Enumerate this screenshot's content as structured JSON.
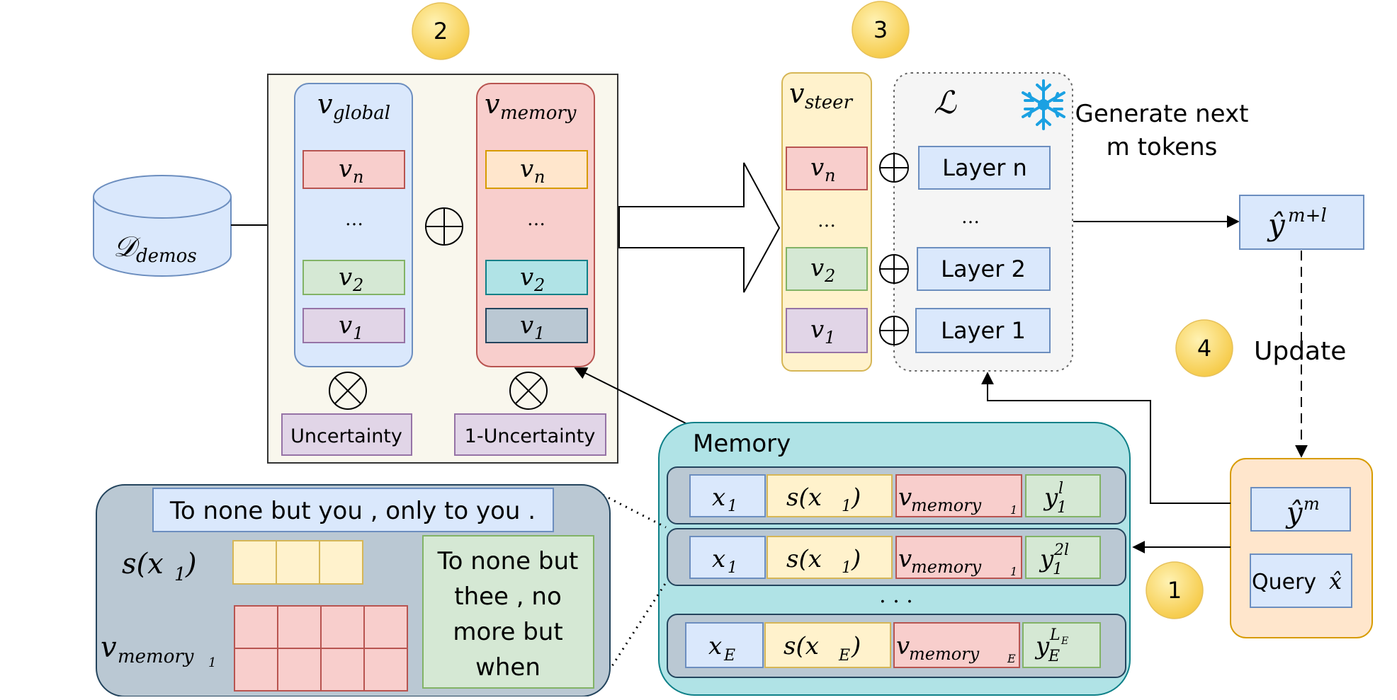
{
  "steps": {
    "step1": "1",
    "step2": "2",
    "step3": "3",
    "step4": "4"
  },
  "demos": {
    "label": "𝒟",
    "sub": "demos"
  },
  "global_block": {
    "title": "v",
    "title_sub": "global",
    "rows": [
      {
        "v": "v",
        "sub": "n"
      },
      {
        "v": "…",
        "sub": ""
      },
      {
        "v": "v",
        "sub": "2"
      },
      {
        "v": "v",
        "sub": "1"
      }
    ],
    "weight": "Uncertainty"
  },
  "memory_block": {
    "title": "v",
    "title_sub": "memory",
    "rows": [
      {
        "v": "v",
        "sub": "n"
      },
      {
        "v": "…",
        "sub": ""
      },
      {
        "v": "v",
        "sub": "2"
      },
      {
        "v": "v",
        "sub": "1"
      }
    ],
    "weight": "1-Uncertainty"
  },
  "steer_block": {
    "title": "v",
    "title_sub": "steer",
    "rows": [
      {
        "v": "v",
        "sub": "n"
      },
      {
        "v": "…",
        "sub": ""
      },
      {
        "v": "v",
        "sub": "2"
      },
      {
        "v": "v",
        "sub": "1"
      }
    ]
  },
  "model": {
    "symbol": "ℒ",
    "layers": [
      "Layer n",
      "…",
      "Layer 2",
      "Layer 1"
    ]
  },
  "generate_text": [
    "Generate next",
    "m tokens"
  ],
  "output": {
    "y": "ŷ",
    "sup": "m+l"
  },
  "update_label": "Update",
  "query_box": {
    "y": "ŷ",
    "sup": "m",
    "query_label": "Query",
    "x": "x̂"
  },
  "memory": {
    "title": "Memory",
    "rows": [
      {
        "x": "x",
        "x_sub": "1",
        "s": "s(x",
        "s_sub": "1",
        "s_end": ")",
        "vm": "v",
        "vm_sub": "memory",
        "vm_subsub": "1",
        "y": "y",
        "y_sub": "1",
        "y_sup": "l"
      },
      {
        "x": "x",
        "x_sub": "1",
        "s": "s(x",
        "s_sub": "1",
        "s_end": ")",
        "vm": "v",
        "vm_sub": "memory",
        "vm_subsub": "1",
        "y": "y",
        "y_sub": "1",
        "y_sup": "2l"
      },
      {
        "x": "x",
        "x_sub": "E",
        "s": "s(x",
        "s_sub": "E",
        "s_end": ")",
        "vm": "v",
        "vm_sub": "memory",
        "vm_subsub": "E",
        "y": "y",
        "y_sub": "E",
        "y_sup": "L",
        "y_supsub": "E"
      }
    ],
    "ellipsis": "· · ·"
  },
  "detail": {
    "sentence": "To none but you , only to you .",
    "s_label": "s(x",
    "s_label_sub": "1",
    "s_label_end": ")",
    "v_label": "v",
    "v_label_sub": "memory",
    "v_label_subsub": "1",
    "continuation": [
      "To none but",
      "thee , no",
      "more but",
      "when"
    ]
  },
  "colors": {
    "blue_fill": "#dae8fc",
    "blue_stroke": "#6c8ebf",
    "red_fill": "#f8cecc",
    "red_stroke": "#b85450",
    "green_fill": "#d5e8d4",
    "green_stroke": "#82b366",
    "purple_fill": "#e1d5e7",
    "purple_stroke": "#9673a6",
    "yellow_fill": "#fff2cc",
    "yellow_stroke": "#d6b656",
    "orange_fill": "#ffe6cc",
    "orange_stroke": "#d79b00",
    "teal_fill": "#b0e3e6",
    "teal_stroke": "#0e8088",
    "slate_fill": "#bac8d3",
    "slate_stroke": "#23445d",
    "badge_fill": "#ffd966",
    "panel_fill": "#f9f7ed",
    "snowflake": "#1ba1e2"
  }
}
